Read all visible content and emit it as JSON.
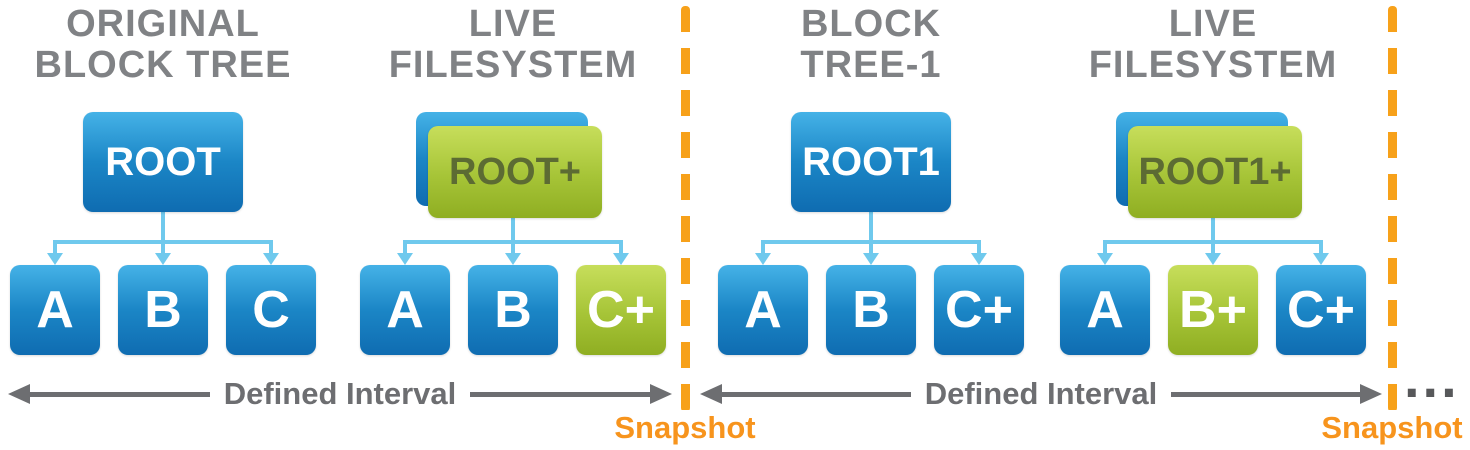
{
  "trees": [
    {
      "title_line1": "ORIGINAL",
      "title_line2": "BLOCK TREE",
      "root": {
        "label": "ROOT",
        "color": "blue"
      },
      "children": [
        {
          "label": "A",
          "color": "blue"
        },
        {
          "label": "B",
          "color": "blue"
        },
        {
          "label": "C",
          "color": "blue"
        }
      ]
    },
    {
      "title_line1": "LIVE",
      "title_line2": "FILESYSTEM",
      "root": {
        "label": "ROOT+",
        "color": "green",
        "stacked_behind": "blue"
      },
      "children": [
        {
          "label": "A",
          "color": "blue"
        },
        {
          "label": "B",
          "color": "blue"
        },
        {
          "label": "C+",
          "color": "green"
        }
      ]
    },
    {
      "title_line1": "BLOCK",
      "title_line2": "TREE-1",
      "root": {
        "label": "ROOT1",
        "color": "blue"
      },
      "children": [
        {
          "label": "A",
          "color": "blue"
        },
        {
          "label": "B",
          "color": "blue"
        },
        {
          "label": "C+",
          "color": "blue"
        }
      ]
    },
    {
      "title_line1": "LIVE",
      "title_line2": "FILESYSTEM",
      "root": {
        "label": "ROOT1+",
        "color": "green",
        "stacked_behind": "blue"
      },
      "children": [
        {
          "label": "A",
          "color": "blue"
        },
        {
          "label": "B+",
          "color": "green"
        },
        {
          "label": "C+",
          "color": "blue"
        }
      ]
    }
  ],
  "intervals": [
    {
      "label": "Defined Interval"
    },
    {
      "label": "Defined Interval"
    }
  ],
  "snapshots": [
    {
      "label": "Snapshot"
    },
    {
      "label": "Snapshot"
    }
  ],
  "ellipsis": "...",
  "colors": {
    "block_blue": "#1b86c6",
    "block_green": "#a6c437",
    "title_gray": "#808285",
    "connector_blue": "#6fc9ed",
    "interval_gray": "#6d6e71",
    "snapshot_orange": "#F7941D"
  }
}
